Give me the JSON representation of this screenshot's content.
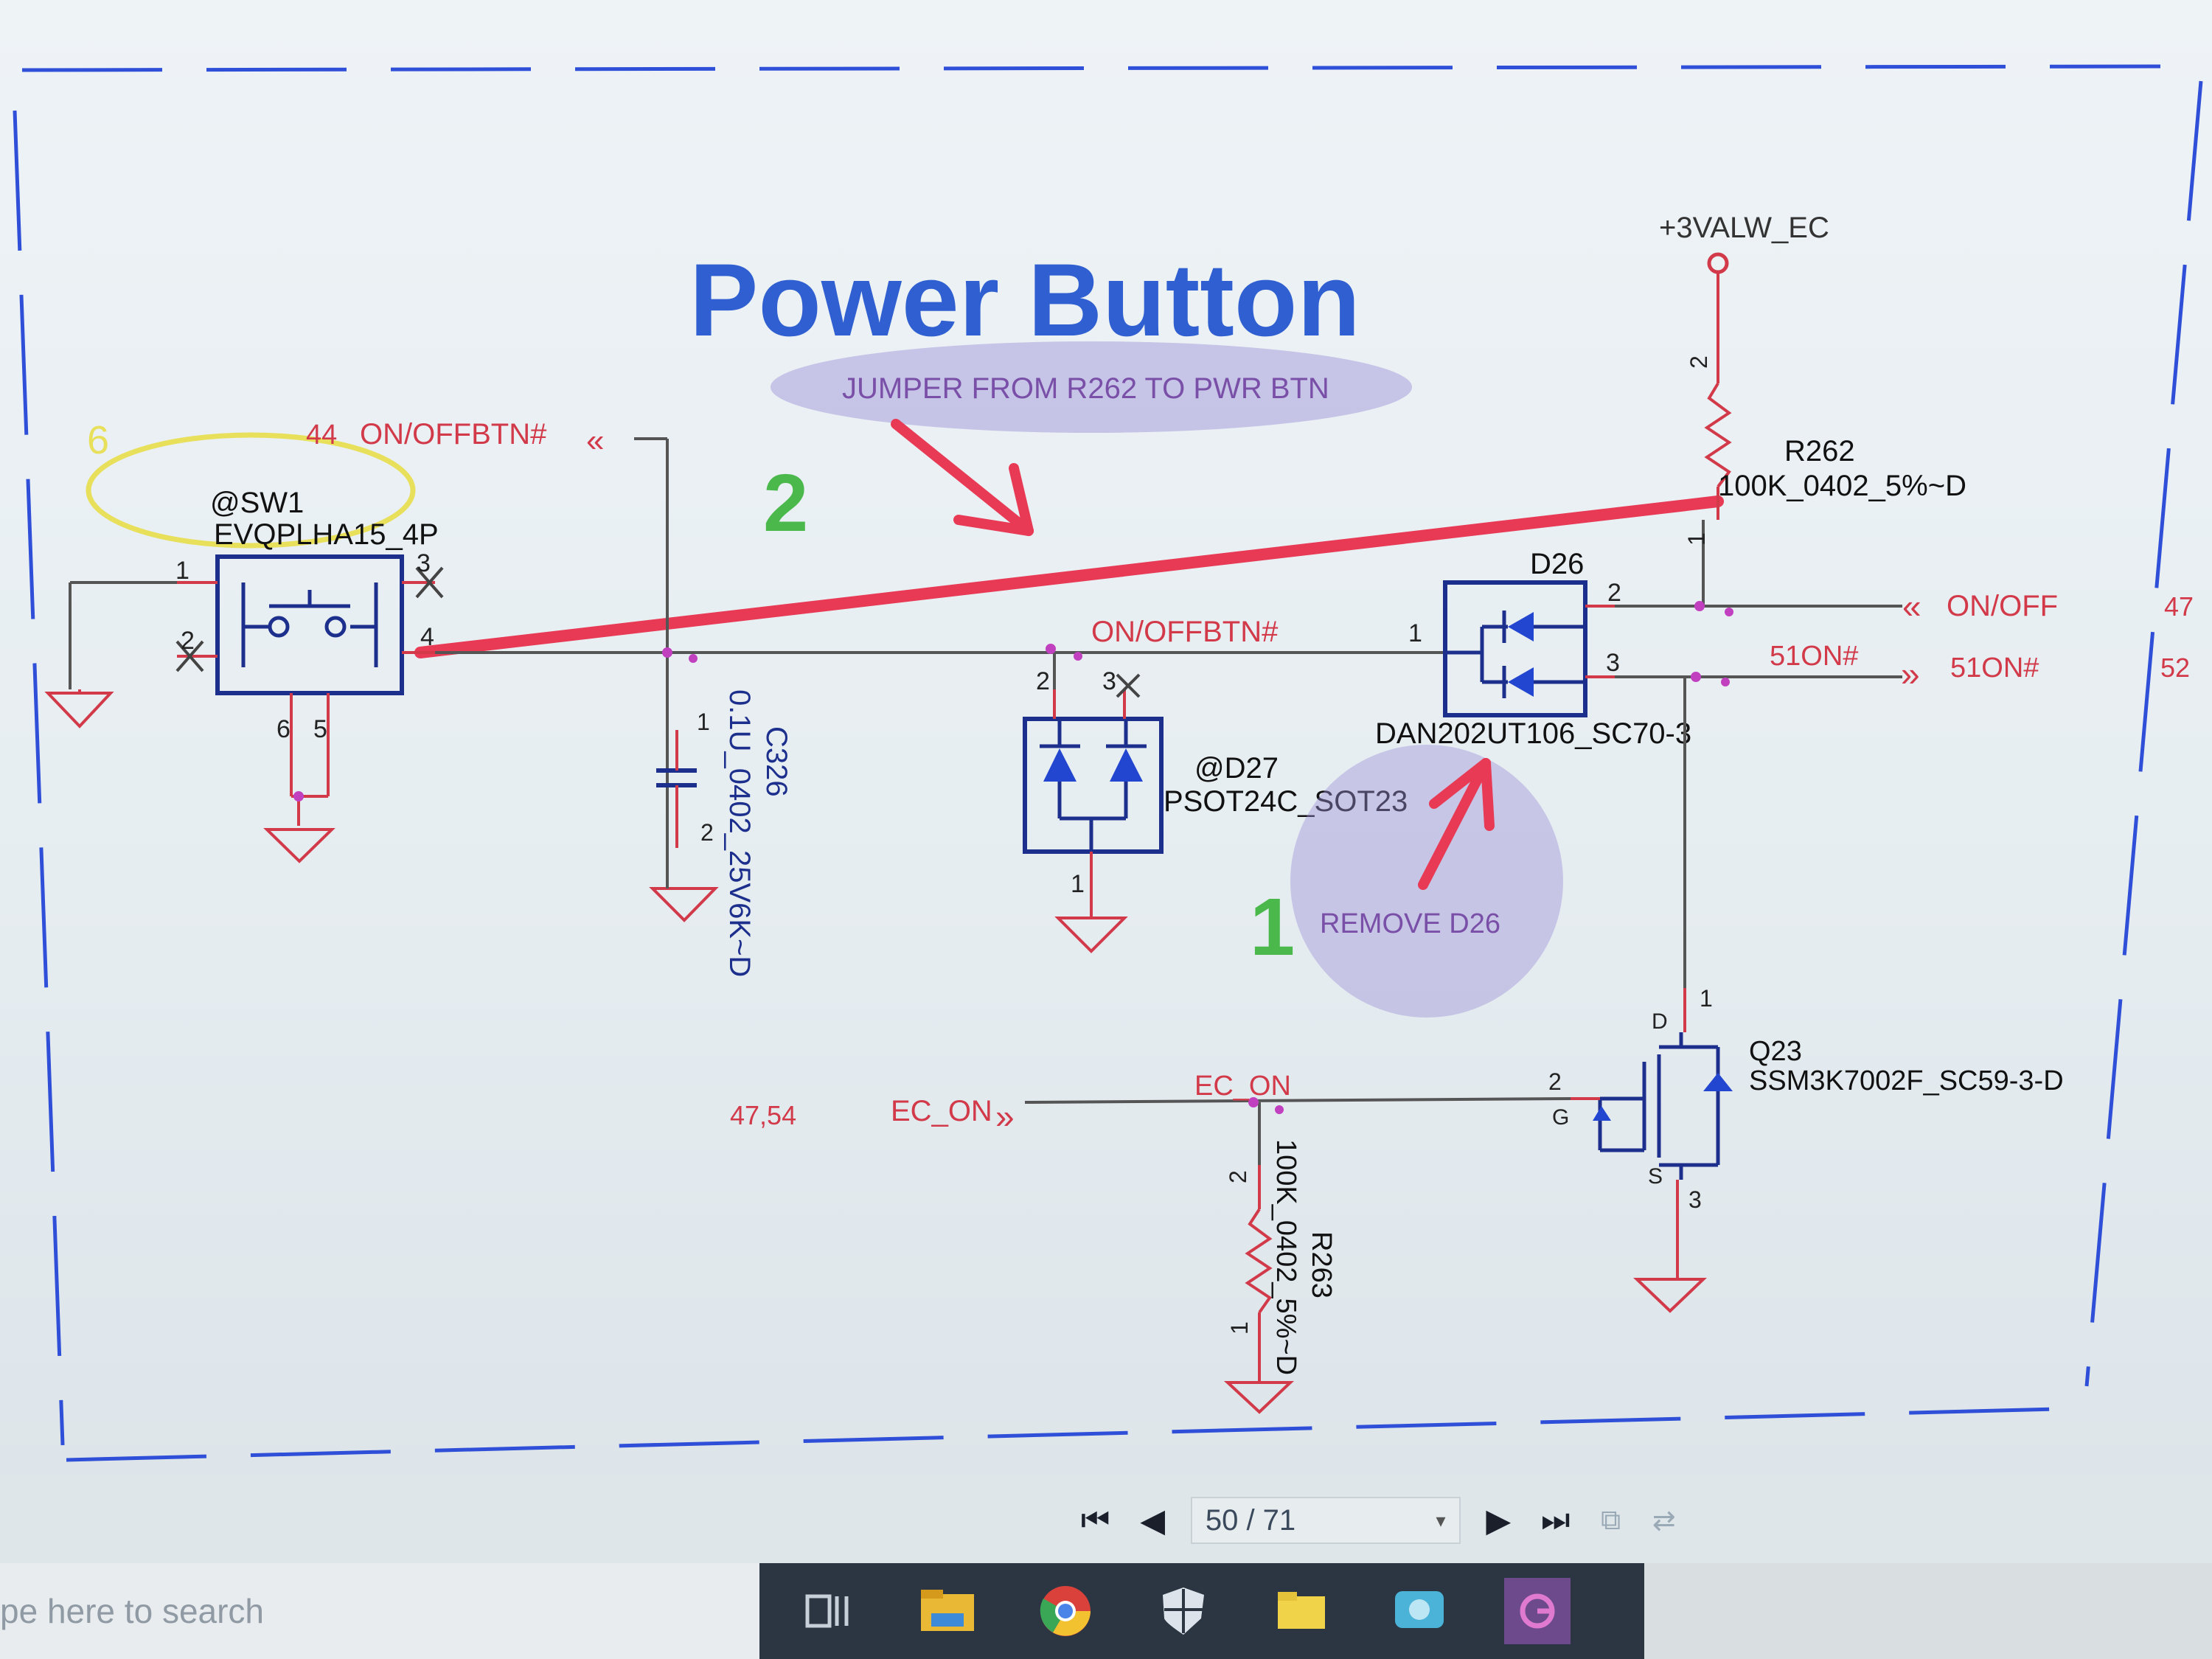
{
  "title": "Power Button",
  "colors": {
    "title_blue": "#2f5fd0",
    "net_red": "#d23a4a",
    "part_blue": "#1c2f8c",
    "jumper_red": "#e83a55",
    "marker_green": "#4bb84b",
    "ellipse_purple": "#9a8fd6",
    "ellipse_yellow": "#e8e05a",
    "frame_blue": "#2f4fd8"
  },
  "annotations": {
    "jumper_note": "JUMPER FROM R262 TO PWR BTN",
    "remove_note": "REMOVE  D26",
    "step_2": "2",
    "step_1": "1",
    "six": "6"
  },
  "nets": {
    "vcc": "+3VALW_EC",
    "onoffbtn_left": "ON/OFFBTN#",
    "onoffbtn_left_ref": "44",
    "onoffbtn_mid": "ON/OFFBTN#",
    "onoff_right": "ON/OFF",
    "onoff_right_ref": "47",
    "s51on_label": "51ON#",
    "s51on_port": "51ON#",
    "s51on_ref": "52",
    "ec_on_port": "EC_ON",
    "ec_on_ref": "47,54",
    "ec_on_wire": "EC_ON"
  },
  "parts": {
    "sw1": {
      "ref": "@SW1",
      "value": "EVQPLHA15_4P",
      "pins": [
        "1",
        "2",
        "3",
        "4",
        "6",
        "5"
      ]
    },
    "c326": {
      "ref": "C326",
      "value": "0.1U_0402_25V6K~D",
      "pins": [
        "1",
        "2"
      ]
    },
    "d27": {
      "ref": "@D27",
      "value": "PSOT24C_SOT23",
      "pins": [
        "2",
        "3",
        "1"
      ]
    },
    "d26": {
      "ref": "D26",
      "value": "DAN202UT106_SC70-3",
      "pins": [
        "1",
        "2",
        "3"
      ]
    },
    "r262": {
      "ref": "R262",
      "value": "100K_0402_5%~D",
      "pins": [
        "2",
        "1"
      ]
    },
    "r263": {
      "ref": "R263",
      "value": "100K_0402_5%~D",
      "pins": [
        "2",
        "1"
      ]
    },
    "q23": {
      "ref": "Q23",
      "value": "SSM3K7002F_SC59-3-D",
      "pins": [
        "1",
        "2",
        "3"
      ],
      "pin_letters": [
        "D",
        "G",
        "S"
      ]
    }
  },
  "viewer": {
    "page_indicator": "50 / 71",
    "icons": [
      "first-page-icon",
      "prev-page-icon",
      "next-page-icon",
      "last-page-icon",
      "fit-page-icon",
      "rotate-icon"
    ]
  },
  "taskbar": {
    "search_placeholder": "pe here to search",
    "apps": [
      "task-view-icon",
      "file-explorer-icon",
      "chrome-icon",
      "security-icon",
      "folder-icon",
      "remote-app-icon",
      "launcher-app-icon"
    ]
  }
}
